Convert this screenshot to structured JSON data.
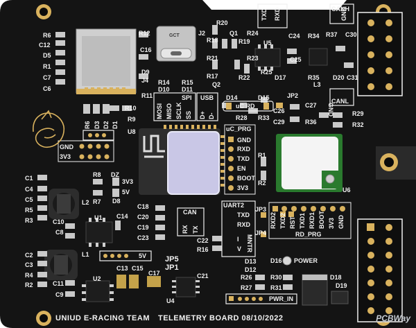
{
  "board": {
    "team": "UNIUD E-RACING TEAM",
    "title": "TELEMETRY BOARD 08/10/2022",
    "watermark_brand": "PCBWay"
  },
  "colors": {
    "pcb": "#141414",
    "silk": "#f2f2f2",
    "pad_gold": "#d6b35a",
    "module_green": "#2a7a2e",
    "wifi_shield": "#c9c7e6"
  },
  "connectors": {
    "uart_top": [
      "TXD",
      "RXD"
    ],
    "can_top": [
      "CANH",
      "GND"
    ],
    "can_bottom": [
      "GND",
      "CANL"
    ],
    "spi_header": [
      "MOSI",
      "MISO",
      "SCLK",
      "SPI",
      "SS"
    ],
    "usb": [
      "USB",
      "D+",
      "D-"
    ],
    "uc_rd": "uC RD",
    "power_left": [
      "GND",
      "3V3"
    ],
    "uc_prg_title": "uC_PRG",
    "uc_prg": [
      "GND",
      "RXD",
      "TXD",
      "EN",
      "BOOT",
      "3V3"
    ],
    "rd_prg_title": "RD_PRG",
    "rd_prg": [
      "RXD2",
      "TXD2",
      "RST",
      "TXD1",
      "RXD1",
      "BOOT",
      "3V3",
      "GND"
    ],
    "can": [
      "CAN",
      "RX",
      "TX"
    ],
    "uart2_title": "UART2",
    "uart2": [
      "TXD",
      "RXD"
    ],
    "mntr_title": "MNTR",
    "mntr": [
      "I",
      "V"
    ],
    "power_led": "POWER",
    "pwr_in": "PWR_IN",
    "rail_5v": "5V",
    "rail_3v3": "3V3",
    "rail_5v_small": "5V",
    "dz": "DZ"
  },
  "designators": {
    "R6": "R6",
    "C12": "C12",
    "D5": "D5",
    "R1": "R1",
    "C7": "C7",
    "C6": "C6",
    "R12": "R12",
    "C16": "C16",
    "D9": "D9",
    "J4": "J4",
    "R11": "R11",
    "J2": "J2",
    "R14": "R14",
    "R15": "R15",
    "D10": "D10",
    "D11": "D11",
    "R20": "R20",
    "R18": "R18",
    "R17": "R17",
    "Q1": "Q1",
    "Q2": "Q2",
    "R24": "R24",
    "R19": "R19",
    "R21": "R21",
    "R22": "R22",
    "R23": "R23",
    "U5": "U5",
    "R25": "R25",
    "D17": "D17",
    "C25": "C25",
    "C24": "C24",
    "R34": "R34",
    "R37": "R37",
    "C30": "C30",
    "R35": "R35",
    "L3": "L3",
    "D20": "D20",
    "C31": "C31",
    "R10": "R10",
    "R9": "R9",
    "U8": "U8",
    "R6b": "R6",
    "D3": "D3",
    "D2": "D2",
    "D1": "D1",
    "D14": "D14",
    "D15": "D15",
    "R28": "R28",
    "R33": "R33",
    "JP2": "JP2",
    "C26": "C26",
    "C29": "C29",
    "C27": "C27",
    "R36": "R36",
    "R29": "R29",
    "R32": "R32",
    "C1": "C1",
    "C4": "C4",
    "C5": "C5",
    "R5": "R5",
    "R3": "R3",
    "R8": "R8",
    "R7": "R7",
    "D8": "D8",
    "L2": "L2",
    "C10": "C10",
    "C8": "C8",
    "U1": "U1",
    "C14": "C14",
    "C2": "C2",
    "C3": "C3",
    "R4": "R4",
    "R2": "R2",
    "L1": "L1",
    "C11": "C11",
    "C9": "C9",
    "U2": "U2",
    "C13": "C13",
    "C15": "C15",
    "C17": "C17",
    "C18": "C18",
    "C20": "C20",
    "C19": "C19",
    "C23": "C23",
    "C22": "C22",
    "R16": "R16",
    "JP5": "JP5",
    "JP1": "JP1",
    "C21": "C21",
    "U4": "U4",
    "R1b": "R1",
    "R2b": "R2",
    "JP3": "JP3",
    "JP4": "JP4",
    "U6": "U6",
    "D13": "D13",
    "D12": "D12",
    "R26": "R26",
    "R27": "R27",
    "R30": "R30",
    "R31": "R31",
    "D16": "D16",
    "D18": "D18",
    "D19": "D19",
    "GCT": "GCT"
  }
}
